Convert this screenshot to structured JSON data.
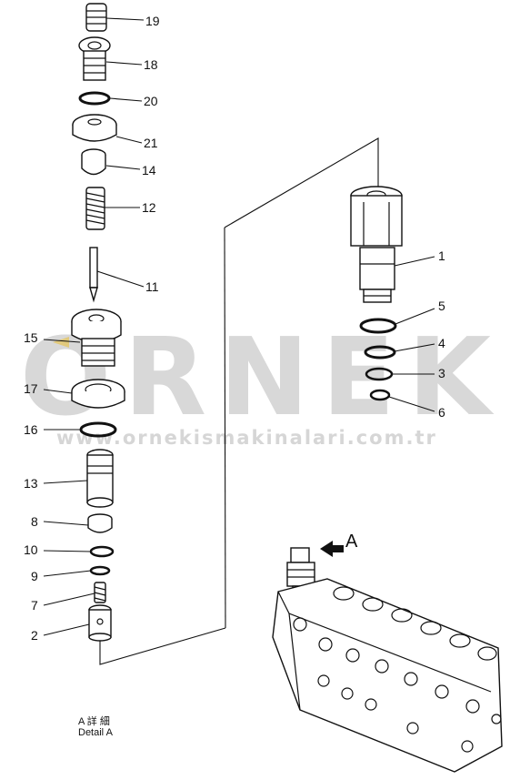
{
  "watermark": {
    "brand": "ORNEK",
    "url": "www.ornekismakinalari.com.tr"
  },
  "callouts": {
    "p19": "19",
    "p18": "18",
    "p20": "20",
    "p21": "21",
    "p14": "14",
    "p12": "12",
    "p11": "11",
    "p15": "15",
    "p17": "17",
    "p16": "16",
    "p13": "13",
    "p8": "8",
    "p10": "10",
    "p9": "9",
    "p7": "7",
    "p2": "2",
    "p1": "1",
    "p5": "5",
    "p4": "4",
    "p3": "3",
    "p6": "6"
  },
  "view_marker": "A",
  "detail": {
    "line1": "A  詳  細",
    "line2": "Detail  A"
  },
  "colors": {
    "ink": "#111111",
    "watermark": "#d8d8d8",
    "highlight": "#e8c040"
  }
}
